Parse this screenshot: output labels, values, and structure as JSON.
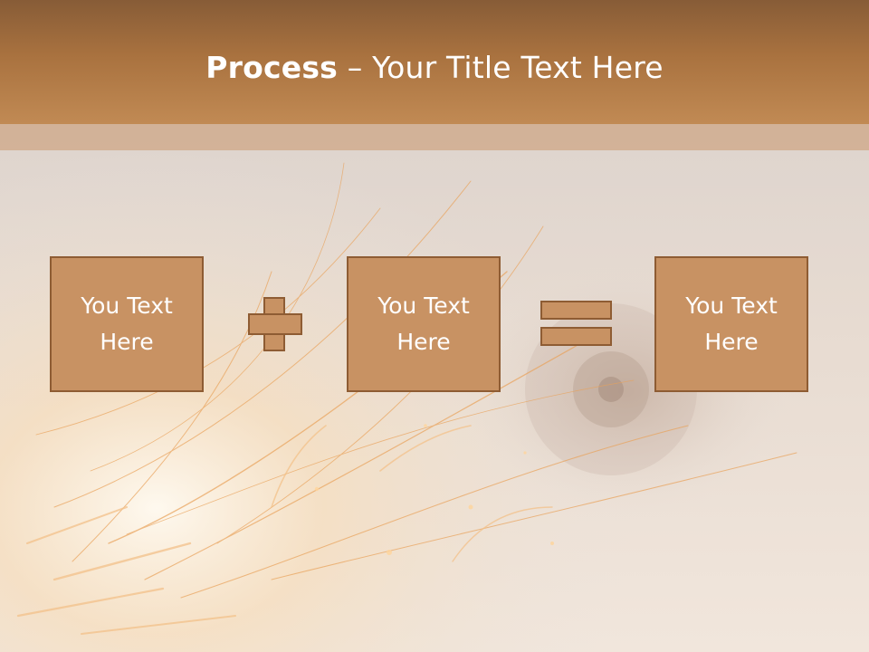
{
  "slide": {
    "title_bold": "Process",
    "title_rest": " – Your Title Text Here"
  },
  "steps": [
    {
      "text": "You Text Here"
    },
    {
      "text": "You Text Here"
    },
    {
      "text": "You Text Here"
    }
  ],
  "operators": [
    "plus-icon",
    "equals-icon"
  ],
  "colors": {
    "title_bar": "#b27a45",
    "box_fill": "#c89263",
    "box_border": "#8e5c33",
    "text": "#ffffff"
  }
}
